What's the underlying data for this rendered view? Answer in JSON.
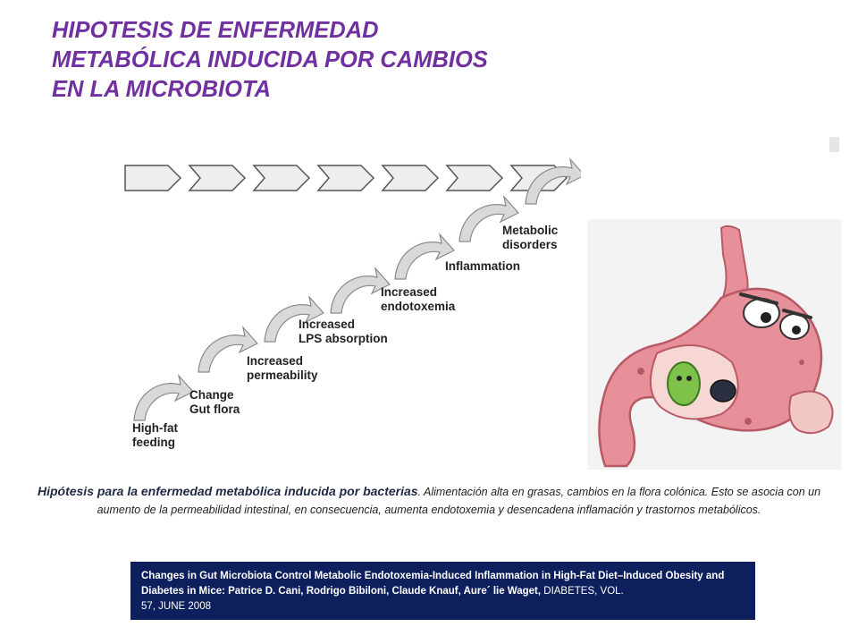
{
  "title": {
    "line1": "HIPOTESIS DE ENFERMEDAD",
    "line2": "METABÓLICA INDUCIDA POR CAMBIOS",
    "line3": "EN LA MICROBIOTA"
  },
  "diagram": {
    "stages": [
      {
        "line1": "High-fat",
        "line2": "feeding"
      },
      {
        "line1": "Change",
        "line2": "Gut flora"
      },
      {
        "line1": "Increased",
        "line2": "permeability"
      },
      {
        "line1": "Increased",
        "line2": "LPS absorption"
      },
      {
        "line1": "Increased",
        "line2": "endotoxemia"
      },
      {
        "line1": "Inflammation",
        "line2": ""
      },
      {
        "line1": "Metabolic",
        "line2": "disorders"
      }
    ],
    "chevron_count": 7,
    "colors": {
      "chevron_fill": "#eeeeee",
      "chevron_stroke": "#555555",
      "arrow_fill": "#d9d9d9",
      "arrow_stroke": "#8a8a8a"
    }
  },
  "illustration": {
    "icon": "cartoon-stomach-icon",
    "colors": {
      "body": "#e8909a",
      "inner": "#f7d7d3",
      "dark": "#b85a66"
    }
  },
  "caption": {
    "lead": "Hipótesis para la enfermedad metabólica inducida por bacterias",
    "rest": ". Alimentación alta en grasas, cambios en la flora colónica. Esto se asocia con un aumento de la permeabilidad intestinal, en consecuencia, aumenta endotoxemia y desencadena inflamación y trastornos metabólicos."
  },
  "reference": {
    "bold_text": "Changes in Gut Microbiota Control Metabolic Endotoxemia-Induced Inflammation in High-Fat Diet–Induced Obesity and Diabetes in Mice:  Patrice D. Cani, Rodrigo Bibiloni, Claude Knauf, Aure´ lie Waget, ",
    "journal": "DIABETES, VOL.",
    "vol_line": "57, JUNE 2008"
  },
  "colors": {
    "title": "#7030a0",
    "reference_bg": "#0d1f5c"
  }
}
